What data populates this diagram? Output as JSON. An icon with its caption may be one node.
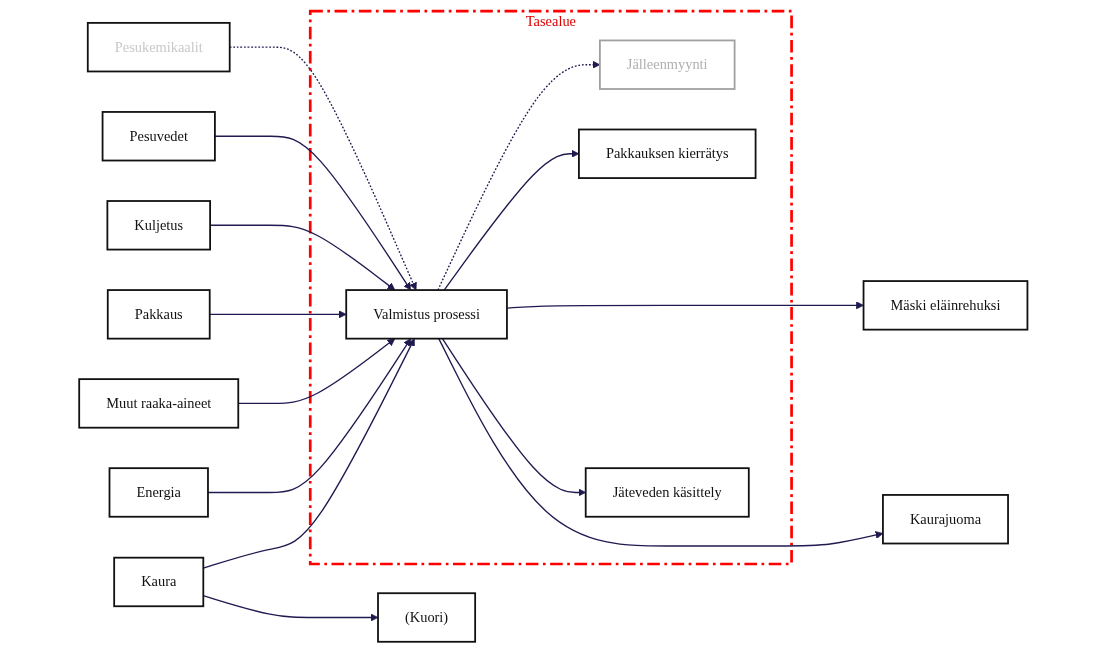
{
  "diagram": {
    "nodes": [
      {
        "text": [
          "(Kuori)"
        ]
      },
      {
        "text": [
          "Tasealue"
        ]
      },
      {
        "text": [
          "Kaura"
        ]
      },
      {
        "text": [
          "Energia"
        ]
      },
      {
        "text": [
          "Muut raaka-aineet"
        ]
      },
      {
        "text": [
          "Pakkaus"
        ]
      },
      {
        "text": [
          "Kuljetus"
        ]
      },
      {
        "text": [
          "Pesuvedet"
        ]
      },
      {
        "text": [
          "Pesukemikaalit"
        ]
      },
      {
        "text": [
          "Valmistus prosessi"
        ],
        "in": 1
      },
      {
        "text": [
          "Mäski eläinrehuksi"
        ]
      },
      {
        "text": [
          "Jälleenmyynti"
        ],
        "in": 1
      },
      {
        "text": [
          "Pakkauksen kierrätys"
        ],
        "in": 1
      },
      {
        "text": [
          "Jäteveden käsittely"
        ],
        "in": 1
      },
      {
        "text": [
          "Kaurajuoma"
        ]
      }
    ],
    "edges": [
      {
        "from": 2,
        "to": 0,
        "arrow": "to"
      },
      {
        "from": 2,
        "to": 9,
        "arrow": "to"
      },
      {
        "from": 3,
        "to": 9,
        "arrow": "to"
      },
      {
        "from": 4,
        "to": 9,
        "arrow": "to"
      },
      {
        "from": 5,
        "to": 9,
        "arrow": "to"
      },
      {
        "from": 6,
        "to": 9,
        "arrow": "to"
      },
      {
        "from": 7,
        "to": 9,
        "arrow": "to"
      },
      {
        "from": 8,
        "to": 9,
        "arrow": "to",
        "style": "dashed"
      },
      {
        "from": 9,
        "to": 10,
        "arrow": "to"
      },
      {
        "from": 9,
        "to": 11,
        "arrow": "to",
        "style": "dashed"
      },
      {
        "from": 9,
        "to": 12,
        "arrow": "to"
      },
      {
        "from": 9,
        "to": 13,
        "arrow": "to"
      },
      {
        "from": 9,
        "to": 14,
        "arrow": "to"
      }
    ]
  }
}
